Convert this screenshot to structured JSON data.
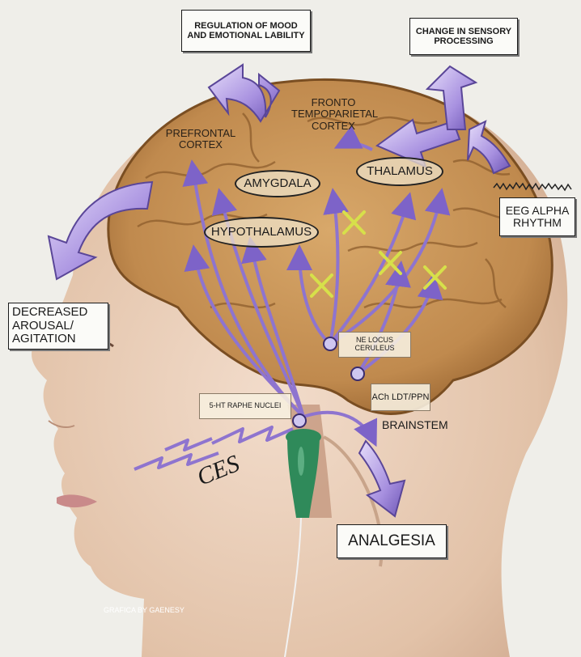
{
  "labels": {
    "mood": "REGULATION OF MOOD AND EMOTIONAL LABILITY",
    "sensory": "CHANGE IN SENSORY PROCESSING",
    "eeg": "EEG ALPHA RHYTHM",
    "arousal": "DECREASED AROUSAL/ AGITATION",
    "analgesia": "ANALGESIA",
    "prefrontal": "PREFRONTAL CORTEX",
    "fronto": "FRONTO TEMPOPARIETAL CORTEX",
    "amygdala": "AMYGDALA",
    "thalamus": "THALAMUS",
    "hypothalamus": "HYPOTHALAMUS",
    "ne": "NE LOCUS CERULEUS",
    "ach": "ACh LDT/PPN",
    "ht": "5-HT RAPHE NUCLEI",
    "brainstem": "BRAINSTEM",
    "ces": "CES",
    "credit": "GRAFICA BY GAENESY"
  },
  "colors": {
    "background": "#efeee9",
    "skin": "#e6c9b2",
    "brain": "#c9965a",
    "brain_dark": "#8a5a2a",
    "pathway": "#8e74cf",
    "arrow_fill": "#b9a6e8",
    "electrode": "#2f8a5a",
    "block_mark": "#d7e04a"
  },
  "icons": [
    "block-x-icon",
    "lightning-bolt-icon",
    "electrode-icon",
    "eeg-wave-icon"
  ]
}
